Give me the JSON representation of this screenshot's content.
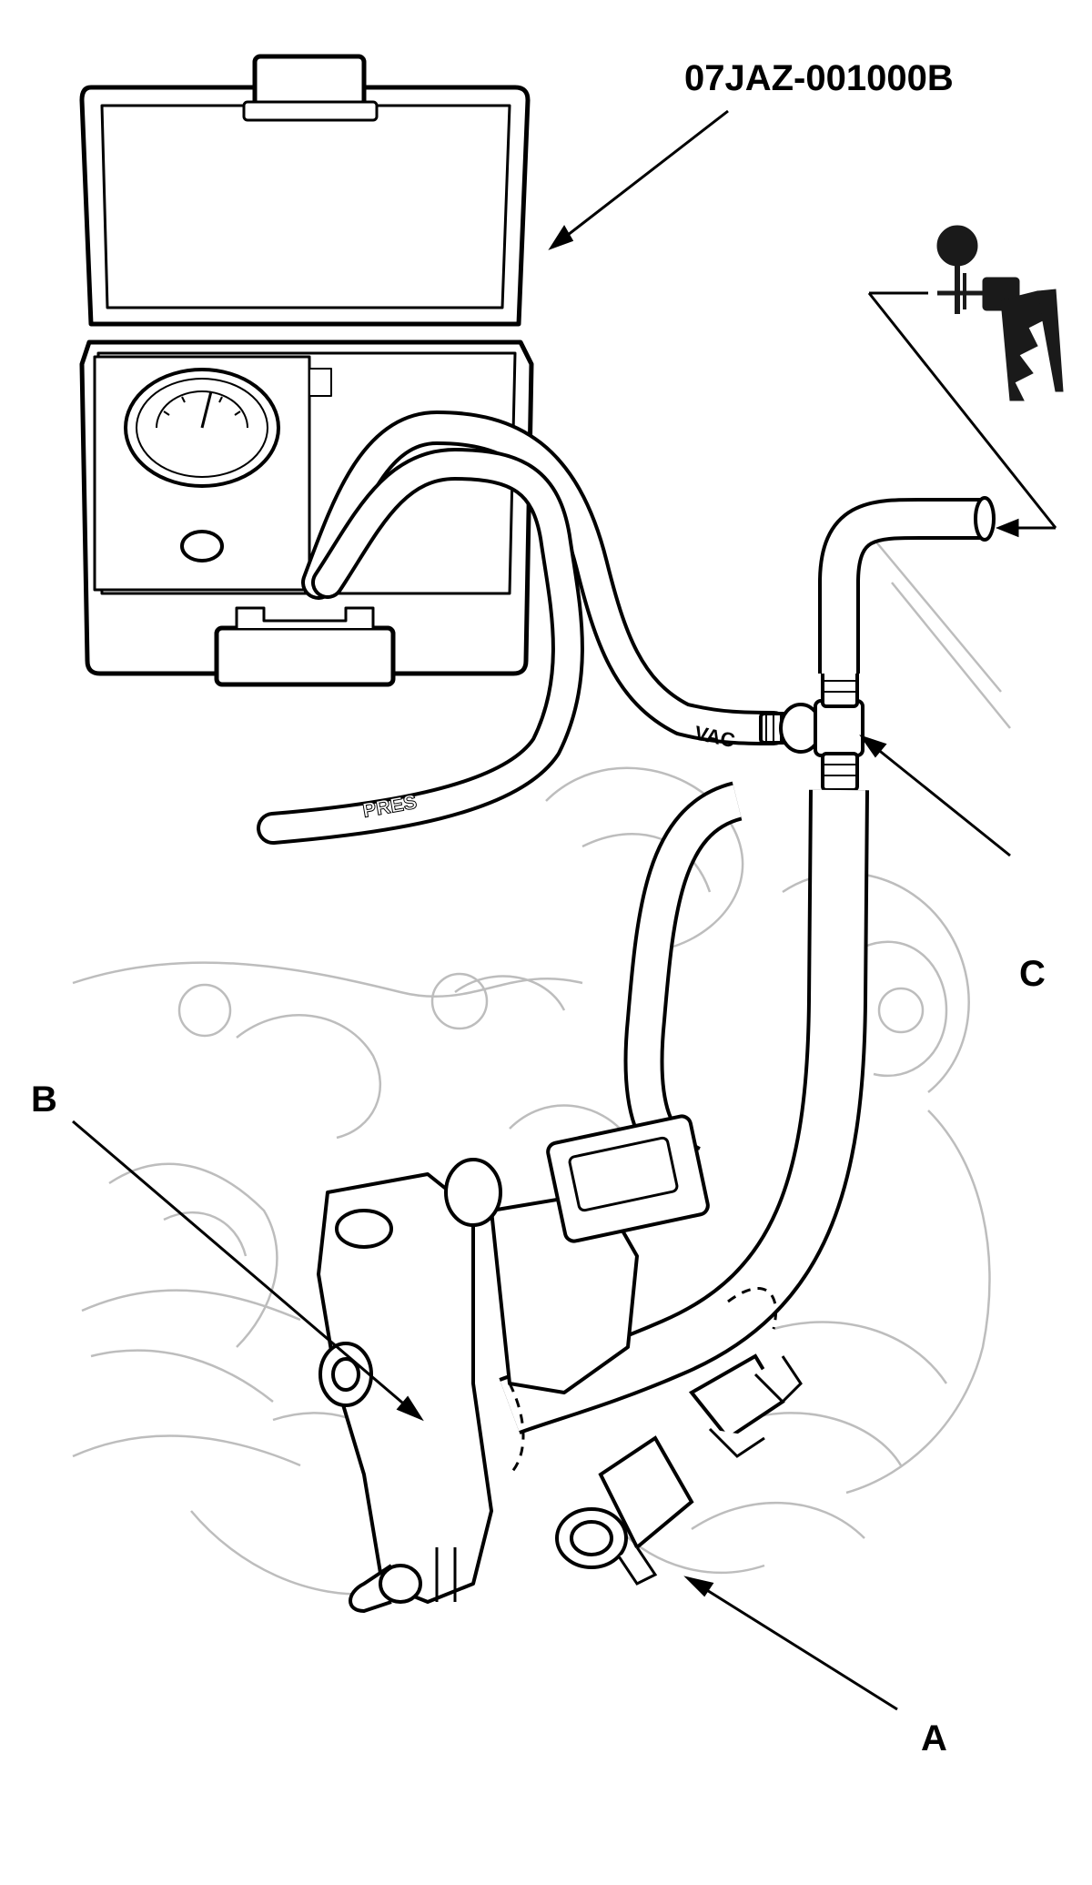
{
  "callouts": {
    "part_number": "07JAZ-001000B",
    "a": "A",
    "b": "B",
    "c": "C"
  },
  "tube_labels": {
    "vac": "VAC",
    "pres": "PRES"
  },
  "colors": {
    "line": "#000000",
    "background_line": "#bdbdbd",
    "fill": "#ffffff",
    "pump_icon": "#1a1a1a"
  }
}
